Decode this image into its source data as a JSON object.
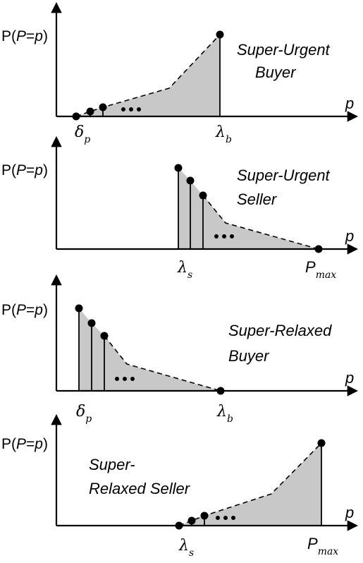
{
  "y_axis_label": {
    "prefix": "P(",
    "var": "P",
    "mid": "=",
    "val": "p",
    "suffix": ")"
  },
  "x_axis_symbol": "p",
  "panels": [
    {
      "id": "super-urgent-buyer",
      "title_lines": [
        "Super-Urgent",
        "Buyer"
      ],
      "tick_labels": [
        {
          "main": "δ",
          "sub": "p"
        },
        {
          "main": "λ",
          "sub": "b"
        }
      ]
    },
    {
      "id": "super-urgent-seller",
      "title_lines": [
        "Super-Urgent",
        "Seller"
      ],
      "tick_labels": [
        {
          "main": "λ",
          "sub": "s"
        },
        {
          "main": "P",
          "sub": "max"
        }
      ]
    },
    {
      "id": "super-relaxed-buyer",
      "title_lines": [
        "Super-Relaxed",
        "Buyer"
      ],
      "tick_labels": [
        {
          "main": "δ",
          "sub": "p"
        },
        {
          "main": "λ",
          "sub": "b"
        }
      ]
    },
    {
      "id": "super-relaxed-seller",
      "title_lines": [
        "Super-",
        "Relaxed Seller"
      ],
      "tick_labels": [
        {
          "main": "λ",
          "sub": "s"
        },
        {
          "main": "P",
          "sub": "max"
        }
      ]
    }
  ]
}
